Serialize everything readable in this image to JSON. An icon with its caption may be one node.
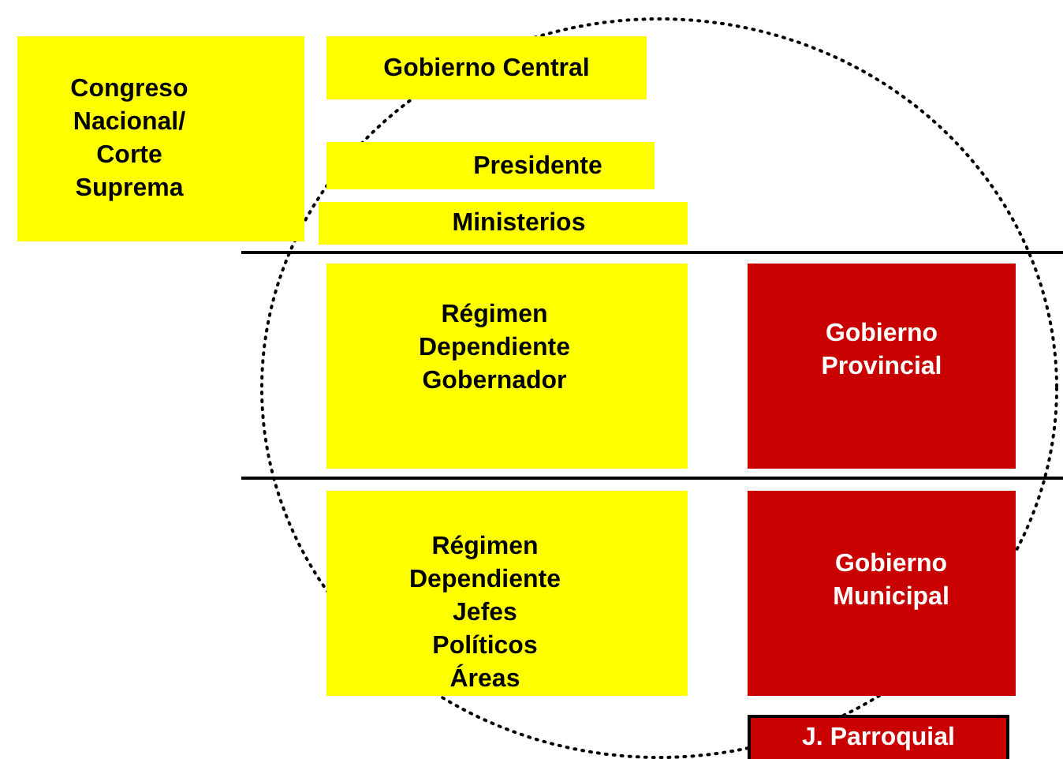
{
  "diagram": {
    "nodes": [
      {
        "text": [
          "Congreso Nacional/ Corte Suprema"
        ]
      },
      {
        "text": [
          "Gobierno Central"
        ]
      },
      {
        "text": [
          "Presidente"
        ]
      },
      {
        "text": [
          "Ministerios"
        ]
      },
      {
        "text": [
          "Régimen Dependiente Gobernador"
        ]
      },
      {
        "text": [
          "Gobierno Provincial"
        ]
      },
      {
        "text": [
          "Régimen Dependiente Jefes Políticos Áreas"
        ]
      },
      {
        "text": [
          "Gobierno Municipal"
        ]
      },
      {
        "text": [
          "J. Parroquial"
        ]
      }
    ]
  }
}
